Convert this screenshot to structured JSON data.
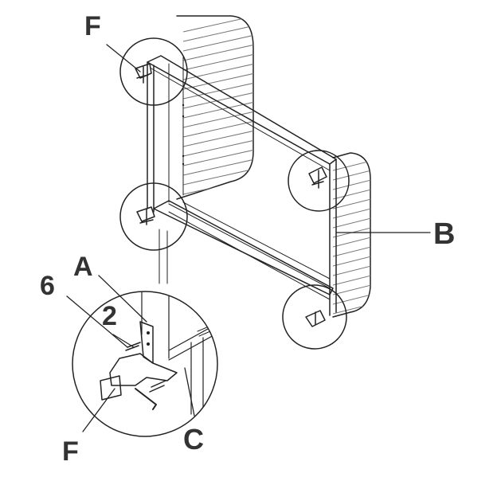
{
  "labels": {
    "f_top": "F",
    "a": "A",
    "six": "6",
    "two": "2",
    "b": "B",
    "c": "C",
    "f_bottom": "F"
  }
}
